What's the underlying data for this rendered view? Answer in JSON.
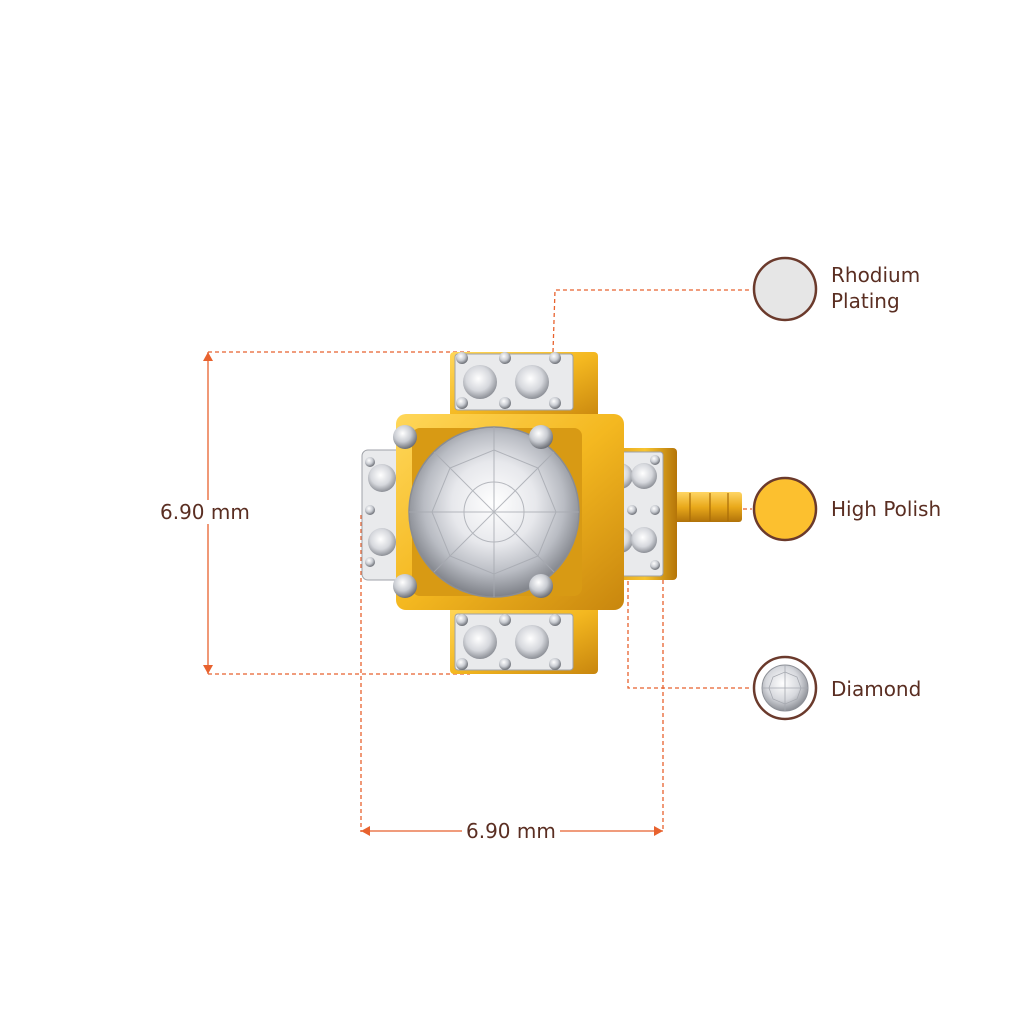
{
  "dimensions": {
    "height_label": "6.90 mm",
    "width_label": "6.90 mm"
  },
  "legend": {
    "rhodium_plating": "Rhodium Plating",
    "high_polish": "High Polish",
    "diamond": "Diamond"
  },
  "colors": {
    "dimension_line": "#e8622e",
    "label_text": "#5a2e22",
    "swatch_border": "#6b3a2c",
    "rhodium_swatch": "#e6e6e6",
    "gold_swatch": "#fcc02f",
    "gold_metal": "#f4b820",
    "gold_dark": "#c8860e",
    "white_metal": "#e9eaec"
  },
  "icons": {
    "rhodium": "rhodium-swatch-icon",
    "gold": "gold-swatch-icon",
    "diamond": "diamond-swatch-icon"
  }
}
